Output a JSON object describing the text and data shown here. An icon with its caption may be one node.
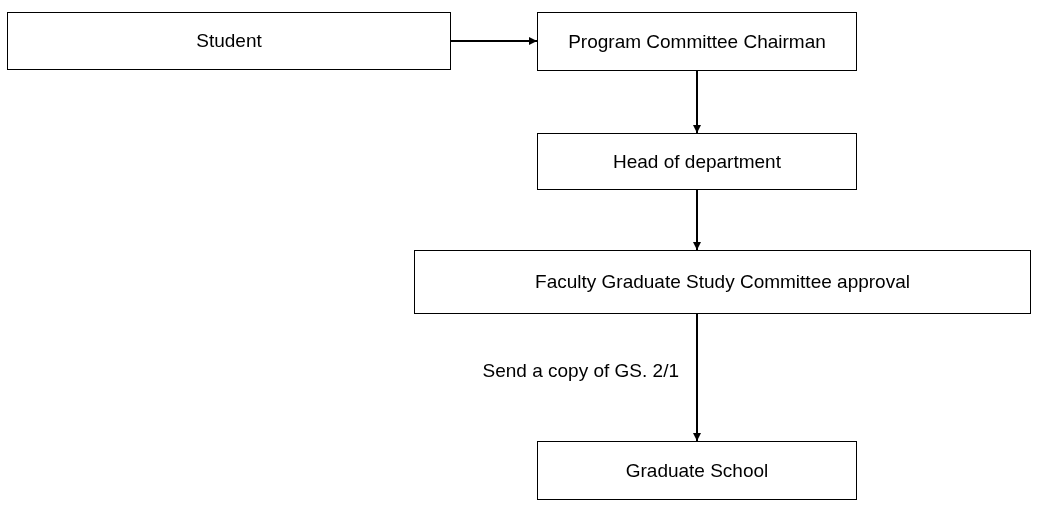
{
  "diagram": {
    "nodes": [
      {
        "text": [
          "Student"
        ]
      },
      {
        "text": [
          "Program Committee Chairman"
        ]
      },
      {
        "text": [
          "Head of department"
        ]
      },
      {
        "text": [
          "Faculty Graduate Study Committee approval"
        ]
      },
      {
        "text": [
          "Graduate School"
        ]
      }
    ],
    "edges": [
      {
        "from": 0,
        "to": 1,
        "arrow": "to"
      },
      {
        "from": 1,
        "to": 2,
        "arrow": "to"
      },
      {
        "from": 2,
        "to": 3,
        "arrow": "to"
      },
      {
        "from": 3,
        "to": 4,
        "arrow": "to",
        "label": "Send a copy of GS. 2/1"
      }
    ]
  }
}
